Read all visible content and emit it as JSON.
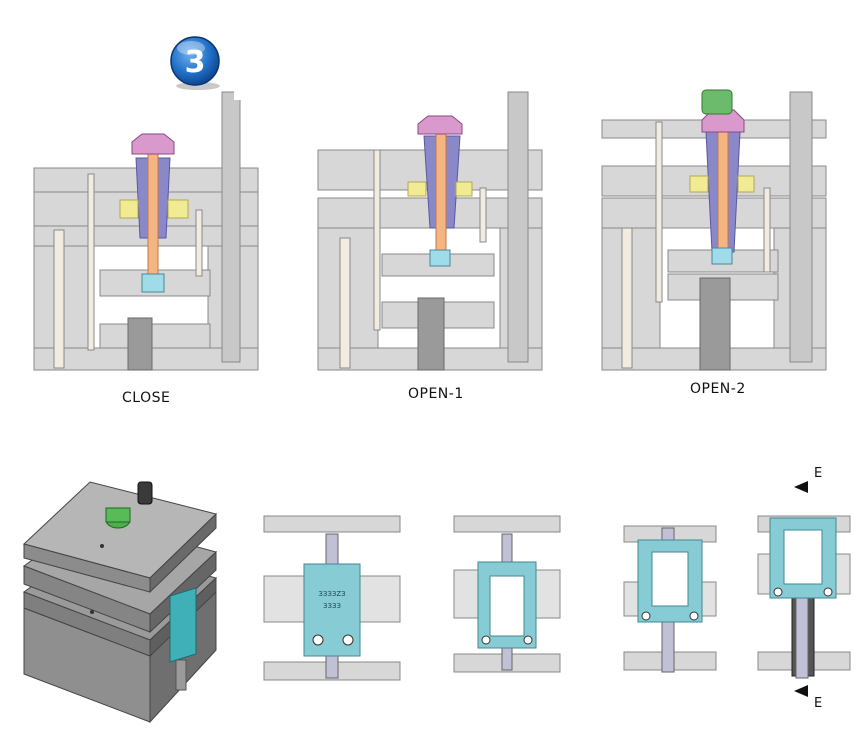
{
  "step": {
    "number": "3"
  },
  "stages": [
    {
      "label": "CLOSE"
    },
    {
      "label": "OPEN-1"
    },
    {
      "label": "OPEN-2"
    }
  ],
  "section": {
    "top_label": "E",
    "bottom_label": "E"
  },
  "plate_text": {
    "line1": "ЗЗЗЗZЗ",
    "line2": "ЗЗЗЗ"
  },
  "colors": {
    "plate": "#d7d7d7",
    "plate_edge": "#8a8a8a",
    "pin": "#f2ebe0",
    "core_orange": "#f5b583",
    "core_blue": "#8a88c8",
    "core_yellow": "#f1ec93",
    "cap_pink": "#d999cc",
    "cap_green": "#6cbb6c",
    "cyan": "#87ccd4",
    "dark": "#555555"
  }
}
